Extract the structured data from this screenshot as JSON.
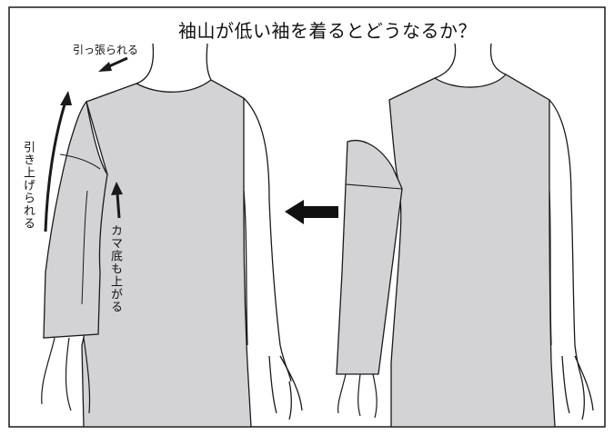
{
  "title": "袖山が低い袖を着るとどうなるか？",
  "labels": {
    "pulled": "引っ張られる",
    "lifted": "引き上げられる",
    "armpit_rises": "カマ底も上がる"
  },
  "colors": {
    "garment_fill": "#d3d3d5",
    "line": "#1a1a1a",
    "background": "#ffffff"
  }
}
